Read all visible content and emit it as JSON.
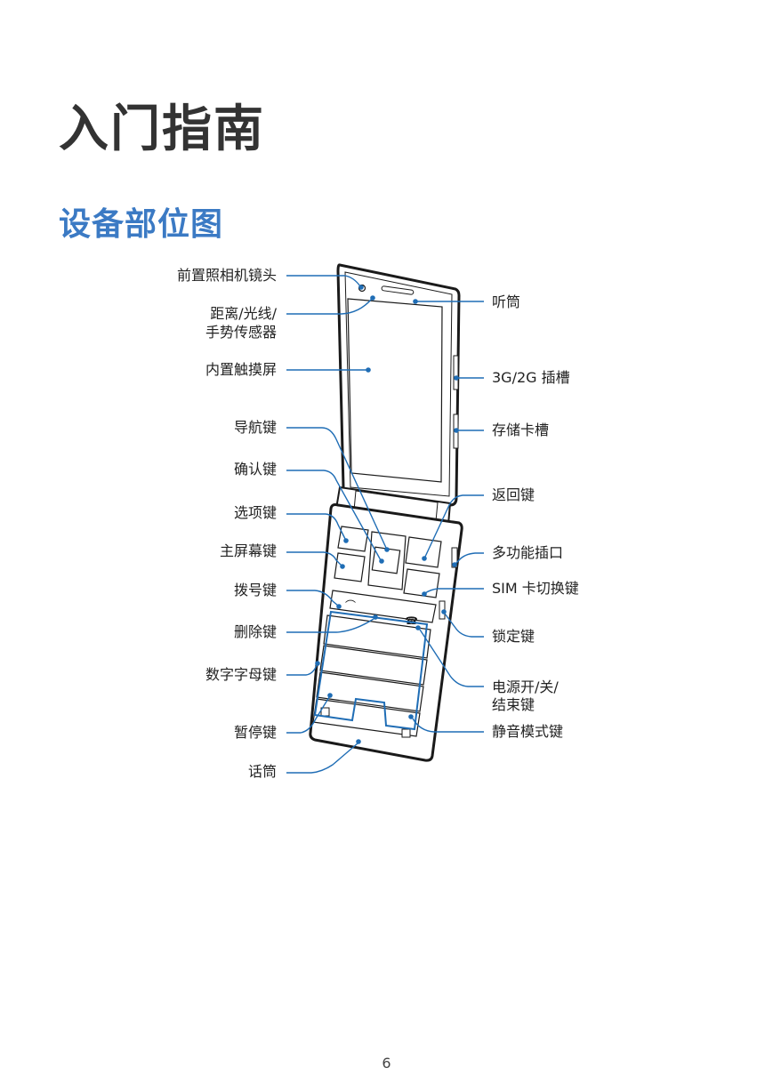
{
  "chapter_title": "入门指南",
  "section_title": "设备部位图",
  "left_labels": {
    "front_camera": "前置照相机镜头",
    "proximity_sensor_1": "距离/光线/",
    "proximity_sensor_2": "手势传感器",
    "touchscreen": "内置触摸屏",
    "nav_key": "导航键",
    "ok_key": "确认键",
    "option_key": "选项键",
    "home_key": "主屏幕键",
    "dial_key": "拨号键",
    "delete_key": "删除键",
    "number_keys": "数字字母键",
    "pause_key": "暂停键",
    "microphone": "话筒"
  },
  "right_labels": {
    "earpiece": "听筒",
    "sim_slot": "3G/2G 插槽",
    "memory_card_slot": "存储卡槽",
    "back_key": "返回键",
    "multipurpose_jack": "多功能插口",
    "sim_switch_key": "SIM 卡切换键",
    "lock_key": "锁定键",
    "power_end_key_1": "电源开/关/",
    "power_end_key_2": "结束键",
    "silent_mode_key": "静音模式键"
  },
  "page_number": "6"
}
